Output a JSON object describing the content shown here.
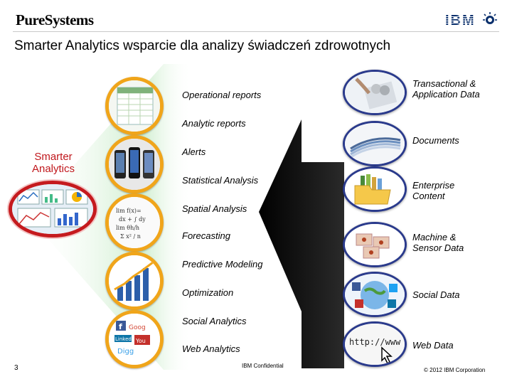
{
  "header": {
    "brand": "PureSystems",
    "logo_text": "IBM",
    "logo_icon": "smarter-planet-icon",
    "title": "Smarter Analytics wsparcie dla analizy świadczeń zdrowotnych"
  },
  "left_label": "Smarter Analytics",
  "analytics_items": [
    {
      "label": "Operational reports"
    },
    {
      "label": "Analytic reports"
    },
    {
      "label": "Alerts"
    },
    {
      "label": "Statistical Analysis"
    },
    {
      "label": "Spatial Analysis"
    },
    {
      "label": "Forecasting"
    },
    {
      "label": "Predictive Modeling"
    },
    {
      "label": "Optimization"
    },
    {
      "label": "Social Analytics"
    },
    {
      "label": "Web Analytics"
    }
  ],
  "data_sources": [
    {
      "label": "Transactional & Application Data",
      "icon": "transaction-icon"
    },
    {
      "label": "Documents",
      "icon": "documents-icon"
    },
    {
      "label": "Enterprise Content",
      "icon": "folder-icon"
    },
    {
      "label": "Machine & Sensor Data",
      "icon": "sensor-icon"
    },
    {
      "label": "Social Data",
      "icon": "social-network-icon"
    },
    {
      "label": "Web Data",
      "icon": "web-url-icon"
    }
  ],
  "web_icon_text": "http://www",
  "footer": {
    "page_number": "3",
    "confidential": "IBM Confidential",
    "copyright": "© 2012 IBM Corporation"
  },
  "colors": {
    "title_red": "#c0171c",
    "ring_orange": "#f0a51a",
    "ring_blue": "#2a3a8c",
    "arrow": "#0a0a0a",
    "glow_green": "#cfeecf"
  }
}
